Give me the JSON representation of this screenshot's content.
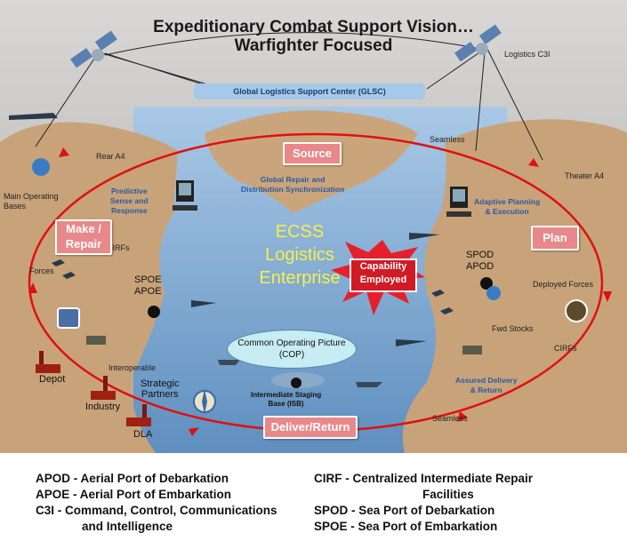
{
  "title_line1": "Expeditionary Combat Support Vision…",
  "title_line2": "Warfighter Focused",
  "glsc": "Global Logistics Support Center (GLSC)",
  "labels": {
    "logistics_c3i": "Logistics C3I",
    "rear_a4": "Rear A4",
    "theater_a4": "Theater A4",
    "main_operating_bases": "Main Operating\nBases",
    "seamless_top": "Seamless",
    "seamless_bottom": "Seamless",
    "predictive": "Predictive\nSense and\nResponse",
    "global_repair": "Global Repair and\nDistribution Synchronization",
    "adaptive": "Adaptive Planning\n& Execution",
    "cirfs_left": "CIRFs",
    "cirfs_right": "CIRFs",
    "forces": "Forces",
    "spoe_apoe": "SPOE\nAPOE",
    "spod_apod": "SPOD\nAPOD",
    "deployed_forces": "Deployed Forces",
    "fwd_stocks": "Fwd Stocks",
    "interoperable": "Interoperable",
    "strategic_partners": "Strategic\nPartners",
    "depot": "Depot",
    "industry": "Industry",
    "dla": "DLA",
    "isb": "Intermediate Staging\nBase (ISB)",
    "assured_delivery": "Assured Delivery\n& Return"
  },
  "pills": {
    "source": "Source",
    "make_repair": "Make /\nRepair",
    "plan": "Plan",
    "deliver_return": "Deliver/Return"
  },
  "capability": "Capability\nEmployed",
  "ecss": "ECSS\nLogistics\nEnterprise",
  "cop": "Common Operating Picture\n(COP)",
  "legend_left": [
    "APOD - Aerial Port of Debarkation",
    "APOE - Aerial Port of Embarkation",
    "C3I - Command, Control, Communications",
    "and Intelligence"
  ],
  "legend_right": [
    "CIRF - Centralized Intermediate Repair",
    "Facilities",
    "SPOD - Sea Port of Debarkation",
    "SPOE - Sea Port of Embarkation"
  ],
  "colors": {
    "sky": "#b9b6b2",
    "land": "#c8a37a",
    "water": "#7ea8cf",
    "loop": "#e01010",
    "pill": "#e9888a",
    "ecss_text": "#f6f04a",
    "link_blue": "#2a5aa0"
  }
}
